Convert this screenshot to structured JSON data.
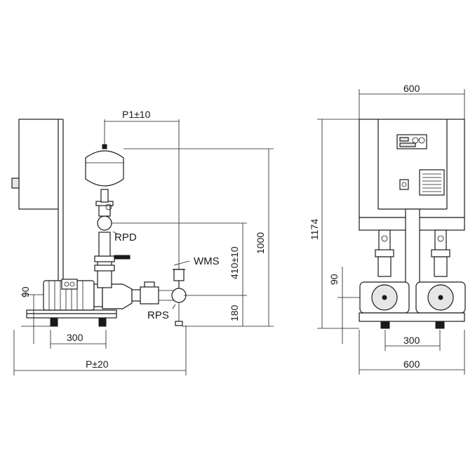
{
  "side_view": {
    "labels": {
      "rpd": "RPD",
      "wms": "WMS",
      "rps": "RPS"
    },
    "dimensions": {
      "tank_offset": "P1±10",
      "overall_length": "P±20",
      "foot_spacing": "300",
      "pump_axis_height": "90",
      "suction_height": "180",
      "delivery_height": "410±10",
      "overall_height": "1000"
    }
  },
  "front_view": {
    "dimensions": {
      "top_width": "600",
      "bottom_width": "600",
      "foot_spacing": "300",
      "axis_height": "90",
      "overall_height": "1174"
    }
  }
}
